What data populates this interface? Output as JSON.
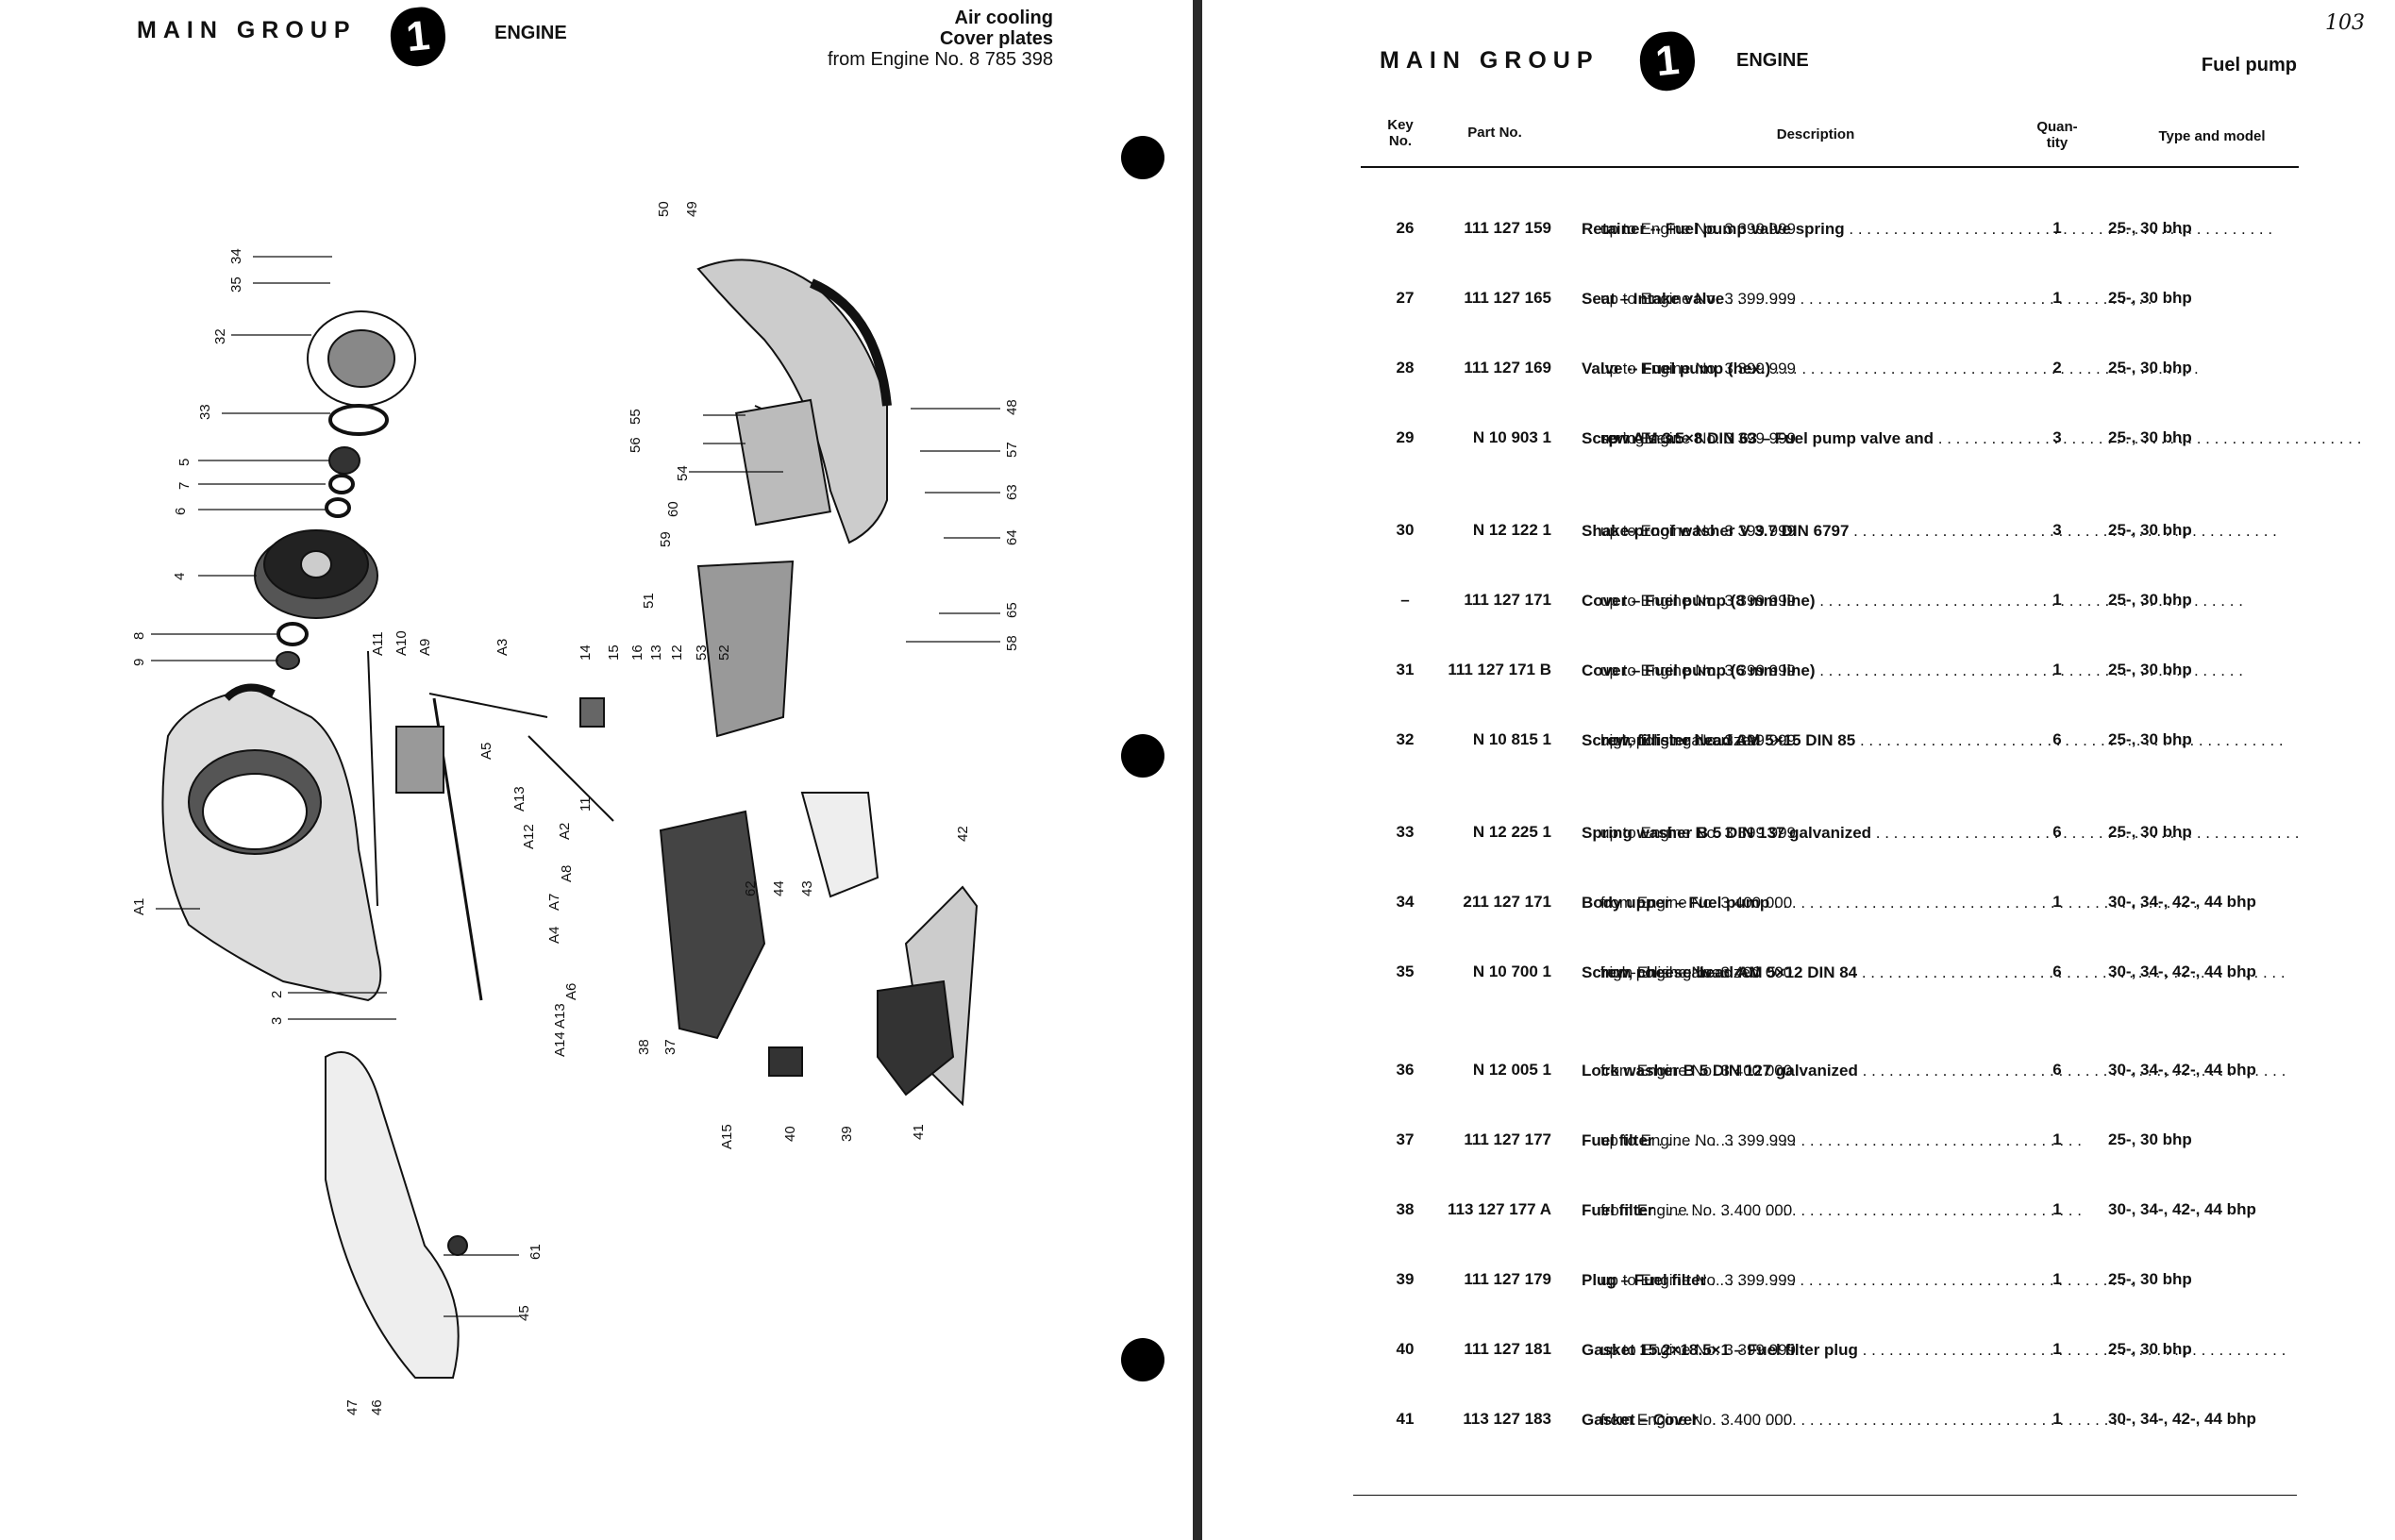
{
  "left_page": {
    "main_group": "MAIN GROUP",
    "group_number": "1",
    "section": "ENGINE",
    "heading_line1": "Air cooling",
    "heading_line2": "Cover plates",
    "heading_line3": "from Engine No. 8 785 398",
    "callouts": [
      "34",
      "35",
      "32",
      "33",
      "5",
      "7",
      "6",
      "4",
      "8",
      "9",
      "A1",
      "2",
      "3",
      "45",
      "47",
      "46",
      "61",
      "A11",
      "A10",
      "A9",
      "A3",
      "A5",
      "A13",
      "A12",
      "A8",
      "A7",
      "A4",
      "A6",
      "A14",
      "A13",
      "14",
      "15",
      "16",
      "13",
      "12",
      "53",
      "52",
      "11",
      "A2",
      "50",
      "49",
      "55",
      "56",
      "54",
      "60",
      "59",
      "51",
      "48",
      "57",
      "63",
      "64",
      "65",
      "58",
      "42",
      "44",
      "43",
      "62",
      "38",
      "37",
      "A15",
      "40",
      "39",
      "41"
    ]
  },
  "right_page": {
    "main_group": "MAIN GROUP",
    "group_number": "1",
    "section": "ENGINE",
    "heading": "Fuel pump",
    "page_number": "103",
    "columns": {
      "key": "Key No.",
      "part": "Part No.",
      "description": "Description",
      "quantity": "Quan- tity",
      "type": "Type and model"
    },
    "rows": [
      {
        "key": "26",
        "part": "111 127 159",
        "desc": "Retainer -- Fuel pump valve spring",
        "desc2": "up to Engine No. 3 399 999",
        "qty": "1",
        "type": "25-, 30 bhp"
      },
      {
        "key": "27",
        "part": "111 127 165",
        "desc": "Seat – Intake valve",
        "desc2": "up to Engine No. 3 399 999",
        "qty": "1",
        "type": "25-, 30 bhp"
      },
      {
        "key": "28",
        "part": "111 127 169",
        "desc": "Valve -- Fuel pump (hex.)",
        "desc2": "up to Engine No. 3 399 999",
        "qty": "2",
        "type": "25-, 30 bhp"
      },
      {
        "key": "29",
        "part": "N 10 903 1",
        "desc": "Screw AM 3.5×8 DIN 63 – Fuel pump valve and",
        "desc2": "spring seat",
        "desc3": "up to Engine No. 3 399 999",
        "qty": "3",
        "type": "25-, 30 bhp"
      },
      {
        "key": "30",
        "part": "N 12 122 1",
        "desc": "Shake-proof washer V 3.7 DIN 6797",
        "desc2": "up to Engine No. 3 399 999",
        "qty": "3",
        "type": "25-, 30 bhp"
      },
      {
        "key": "–",
        "part": "111 127 171",
        "desc": "Cover – Fuel pump (8 mm line)",
        "desc2": "up to Engine No. 3 399 999",
        "qty": "1",
        "type": "25-, 30 bhp"
      },
      {
        "key": "31",
        "part": "111 127 171 B",
        "desc": "Cover – Fuel pump (6 mm line)",
        "desc2": "up to Engine No. 3 399 999",
        "qty": "1",
        "type": "25-, 30 bhp"
      },
      {
        "key": "32",
        "part": "N 10 815 1",
        "desc": "Screw, fillister head AM 5×15 DIN 85",
        "desc2": "high-polish galvanized",
        "desc3": "up to Engine No. 3 399 999",
        "qty": "6",
        "type": "25-, 30 bhp"
      },
      {
        "key": "33",
        "part": "N 12 225 1",
        "desc": "Spring washer B 5 DIN 137 galvanized",
        "desc2": "up to Engine No. 3 399 999",
        "qty": "6",
        "type": "25-, 30 bhp"
      },
      {
        "key": "34",
        "part": "211 127 171",
        "desc": "Body upper – Fuel pump",
        "desc2": "from Engine No. 3 400 000",
        "qty": "1",
        "type": "30-, 34-, 42-, 44 bhp"
      },
      {
        "key": "35",
        "part": "N 10 700 1",
        "desc": "Screw, cheese head AM 5×12 DIN 84",
        "desc2": "high-polish galvanized",
        "desc3": "from Engine No. 3 400 000",
        "qty": "6",
        "type": "30-, 34-, 42-, 44 bhp"
      },
      {
        "key": "36",
        "part": "N 12 005 1",
        "desc": "Lock washer B 5 DIN 127 galvanized",
        "desc2": "from Engine No. 3 400 000",
        "qty": "6",
        "type": "30-, 34-, 42-, 44 bhp"
      },
      {
        "key": "37",
        "part": "111 127 177",
        "desc": "Fuel filter",
        "desc2": "up to Engine No. 3 399 999",
        "qty": "1",
        "type": "25-, 30 bhp"
      },
      {
        "key": "38",
        "part": "113 127 177 A",
        "desc": "Fuel filter",
        "desc2": "from Engine No. 3 400 000",
        "qty": "1",
        "type": "30-, 34-, 42-, 44 bhp"
      },
      {
        "key": "39",
        "part": "111 127 179",
        "desc": "Plug – Fuel filter",
        "desc2": "up to Engine No. 3 399 999",
        "qty": "1",
        "type": "25-, 30 bhp"
      },
      {
        "key": "40",
        "part": "111 127 181",
        "desc": "Gasket 15.2×18.5×1 – Fuel filter plug",
        "desc2": "up to Engine No. 3 399 999",
        "qty": "1",
        "type": "25-, 30 bhp"
      },
      {
        "key": "41",
        "part": "113 127 183",
        "desc": "Gasket – Cover",
        "desc2": "from Engine No. 3 400 000",
        "qty": "1",
        "type": "30-, 34-, 42-, 44 bhp"
      }
    ]
  }
}
